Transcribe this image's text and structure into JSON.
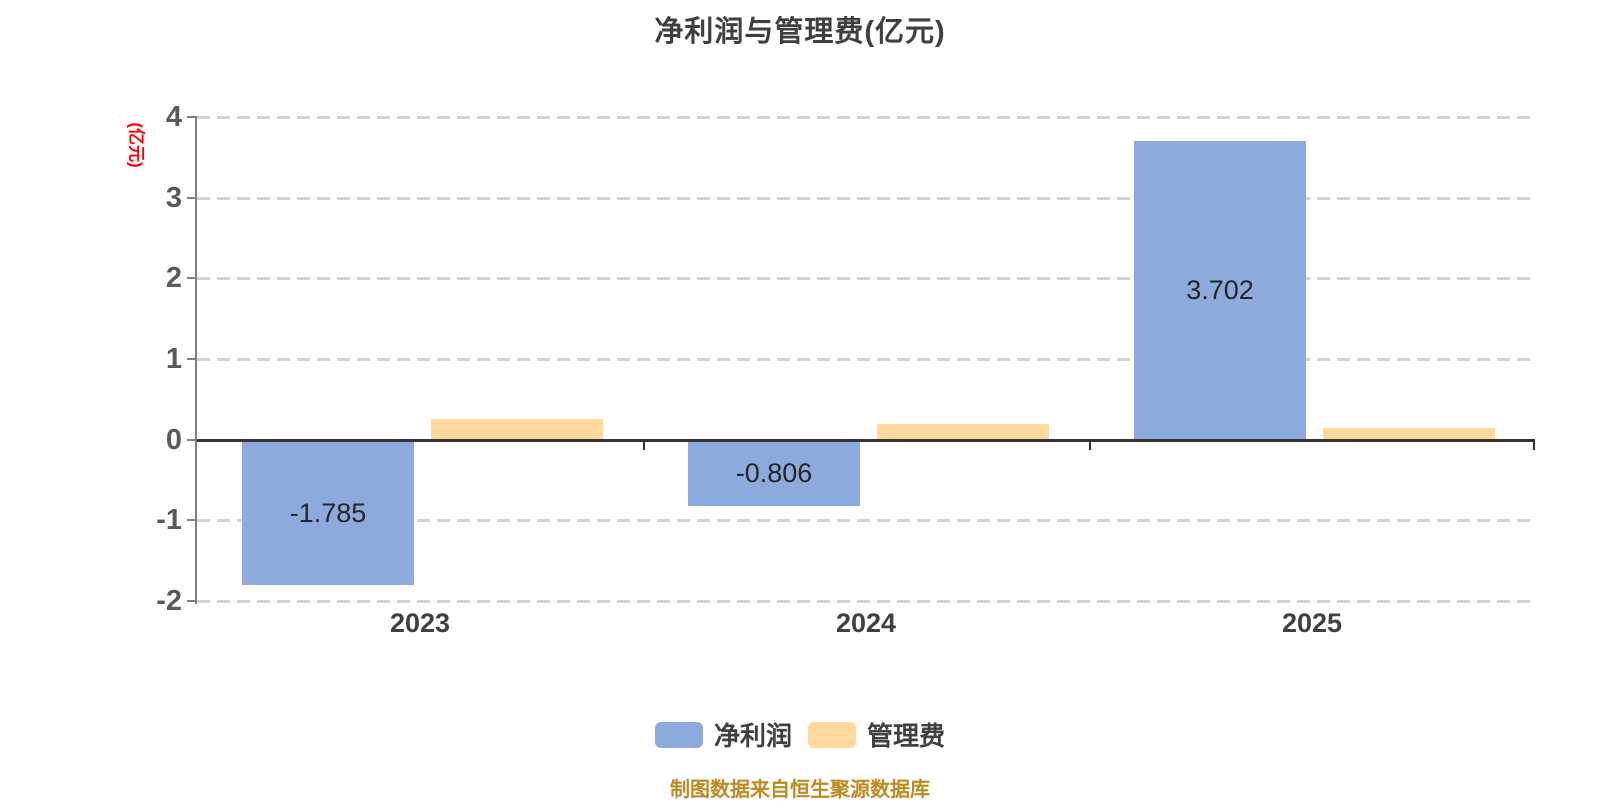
{
  "title": "净利润与管理费(亿元)",
  "y_axis_name": "(亿元)",
  "source_note": "制图数据来自恒生聚源数据库",
  "colors": {
    "net_profit_bar": "#8CAADB",
    "management_fee_bar": "#FED99B",
    "title_text": "#3F3F3F",
    "y_tick_text": "#595959",
    "x_tick_text": "#404040",
    "value_label_text": "#262626",
    "gridline": "#D4D4D4",
    "zero_axis_line": "#333333",
    "y_axis_line": "#7F7F7F",
    "y_axis_name_text": "#FF0000",
    "source_note_text": "#BD8A1F"
  },
  "chart_data": {
    "type": "bar",
    "title": "净利润与管理费(亿元)",
    "categories": [
      "2023",
      "2024",
      "2025"
    ],
    "series": [
      {
        "name": "净利润",
        "color": "#8CAADB",
        "values": [
          -1.785,
          -0.806,
          3.702
        ],
        "data_labels": [
          "-1.785",
          "-0.806",
          "3.702"
        ]
      },
      {
        "name": "管理费",
        "color": "#FED99B",
        "values": [
          0.26,
          0.19,
          0.15
        ],
        "data_labels": [
          null,
          null,
          null
        ]
      }
    ],
    "xlabel": "",
    "ylabel": "(亿元)",
    "ylim": [
      -2,
      4
    ],
    "yticks": [
      4,
      3,
      2,
      1,
      0,
      -1,
      -2
    ],
    "grid": "horizontal dashed",
    "legend_position": "bottom"
  }
}
